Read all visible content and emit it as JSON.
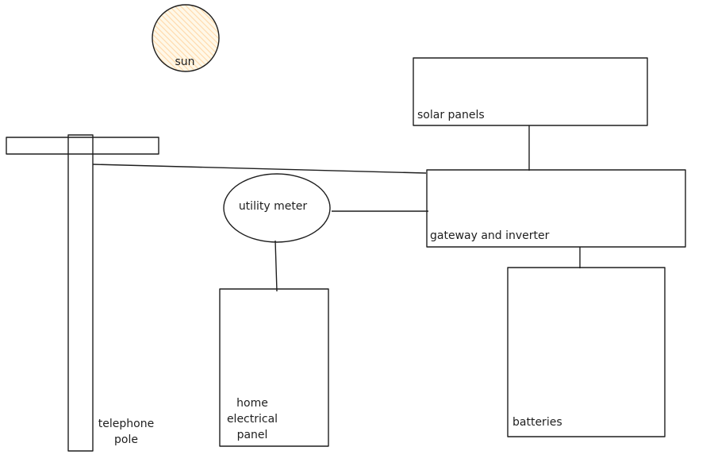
{
  "diagram": {
    "sun": {
      "label": "sun",
      "fill": "#ffd8a8"
    },
    "telephone_pole": {
      "label_line1": "telephone",
      "label_line2": "pole"
    },
    "utility_meter": {
      "label": "utility meter"
    },
    "home_panel": {
      "label_line1": "home",
      "label_line2": "electrical",
      "label_line3": "panel"
    },
    "solar_panels": {
      "label": "solar panels"
    },
    "gateway": {
      "label": "gateway and inverter"
    },
    "batteries": {
      "label": "batteries"
    },
    "stroke_color": "#1e1e1e"
  }
}
